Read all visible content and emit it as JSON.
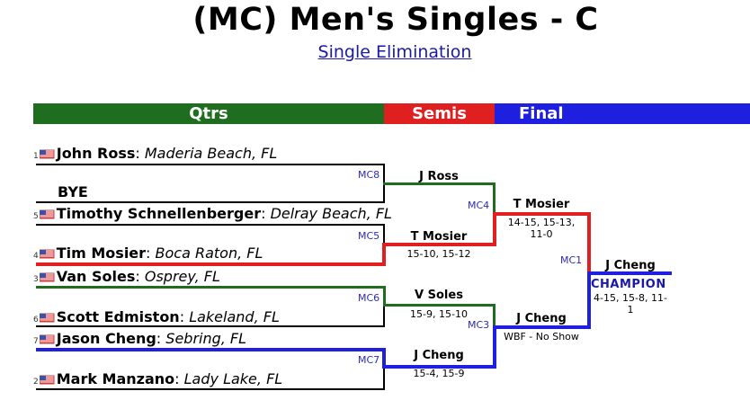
{
  "title": "(MC) Men's Singles - C",
  "subtitle": "Single Elimination",
  "rounds": [
    {
      "label": "Qtrs",
      "color": "#1f6e1f"
    },
    {
      "label": "Semis",
      "color": "#e02020"
    },
    {
      "label": "Final",
      "color": "#1f1fe0"
    }
  ],
  "players": [
    {
      "seed": "1",
      "name": "John Ross",
      "location": "Maderia Beach, FL"
    },
    {
      "seed": "",
      "name": "BYE",
      "location": ""
    },
    {
      "seed": "5",
      "name": "Timothy Schnellenberger",
      "location": "Delray Beach, FL"
    },
    {
      "seed": "4",
      "name": "Tim Mosier",
      "location": "Boca Raton, FL"
    },
    {
      "seed": "3",
      "name": "Van Soles",
      "location": "Osprey, FL"
    },
    {
      "seed": "6",
      "name": "Scott Edmiston",
      "location": "Lakeland, FL"
    },
    {
      "seed": "7",
      "name": "Jason Cheng",
      "location": "Sebring, FL"
    },
    {
      "seed": "2",
      "name": "Mark Manzano",
      "location": "Lady Lake, FL"
    }
  ],
  "matches": {
    "mc8": {
      "id": "MC8",
      "winner": "J Ross",
      "score": ""
    },
    "mc5": {
      "id": "MC5",
      "winner": "T Mosier",
      "score": "15-10, 15-12"
    },
    "mc6": {
      "id": "MC6",
      "winner": "V Soles",
      "score": "15-9, 15-10"
    },
    "mc7": {
      "id": "MC7",
      "winner": "J Cheng",
      "score": "15-4, 15-9"
    },
    "mc4": {
      "id": "MC4",
      "winner": "T Mosier",
      "score_line1": "14-15, 15-13,",
      "score_line2": "11-0"
    },
    "mc3": {
      "id": "MC3",
      "winner": "J Cheng",
      "score": "WBF - No Show"
    },
    "mc1": {
      "id": "MC1",
      "winner": "J Cheng",
      "champion_label": "CHAMPION",
      "score_line1": "4-15, 15-8, 11-",
      "score_line2": "1"
    }
  },
  "colors": {
    "qtrs": "#1f6e1f",
    "semis": "#e02020",
    "final": "#1f1fe0",
    "link": "#1a1aa6"
  }
}
